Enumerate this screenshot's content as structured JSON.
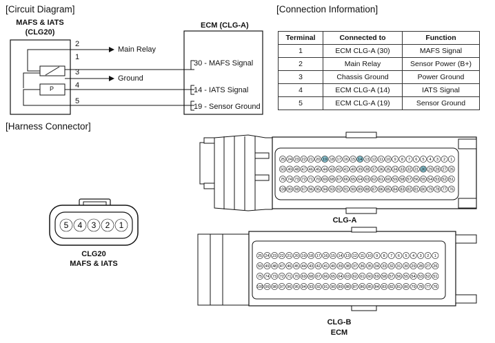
{
  "sections": {
    "circuit": "[Circuit Diagram]",
    "connection": "[Connection Information]",
    "harness": "[Harness Connector]"
  },
  "circuit": {
    "sensor_name": "MAFS & IATS",
    "sensor_code": "(CLG20)",
    "ecm_title": "ECM (CLG-A)",
    "pins": [
      "2",
      "1",
      "3",
      "4",
      "5"
    ],
    "main_relay": "Main Relay",
    "ground": "Ground",
    "sensor_p": "P",
    "ecm_pins": [
      "30 - MAFS Signal",
      "14 - IATS Signal",
      "19 - Sensor Ground"
    ]
  },
  "table": {
    "headers": [
      "Terminal",
      "Connected to",
      "Function"
    ],
    "rows": [
      [
        "1",
        "ECM CLG-A (30)",
        "MAFS Signal"
      ],
      [
        "2",
        "Main Relay",
        "Sensor Power (B+)"
      ],
      [
        "3",
        "Chassis Ground",
        "Power Ground"
      ],
      [
        "4",
        "ECM CLG-A (14)",
        "IATS Signal"
      ],
      [
        "5",
        "ECM CLG-A (19)",
        "Sensor Ground"
      ]
    ]
  },
  "connector": {
    "pins": [
      "5",
      "4",
      "3",
      "2",
      "1"
    ],
    "code": "CLG20",
    "name": "MAFS & IATS"
  },
  "ecm_a": {
    "label": "CLG-A",
    "highlight": [
      14,
      19,
      30
    ]
  },
  "ecm_b": {
    "label": "CLG-B",
    "sub": "ECM"
  }
}
